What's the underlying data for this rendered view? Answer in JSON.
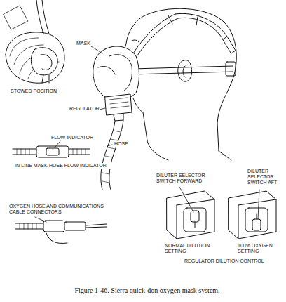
{
  "diagram": {
    "caption": "Figure 1-46. Sierra quick-don oxygen mask system.",
    "labels": [
      "MASK",
      "STOWED POSITION",
      "REGULATOR",
      "HOSE",
      "FLOW INDICATOR",
      "IN-LINE MASK-HOSE FLOW INDICATOR",
      "DILUTER SELECTOR SWITCH FORWARD",
      "DILUTER SELECTOR SWITCH AFT",
      "OXYGEN HOSE AND COMMUNICATIONS CABLE CONNECTORS",
      "NORMAL DILUTION SETTING",
      "100% OXYGEN SETTING",
      "REGULATOR DILUTION CONTROL"
    ]
  }
}
